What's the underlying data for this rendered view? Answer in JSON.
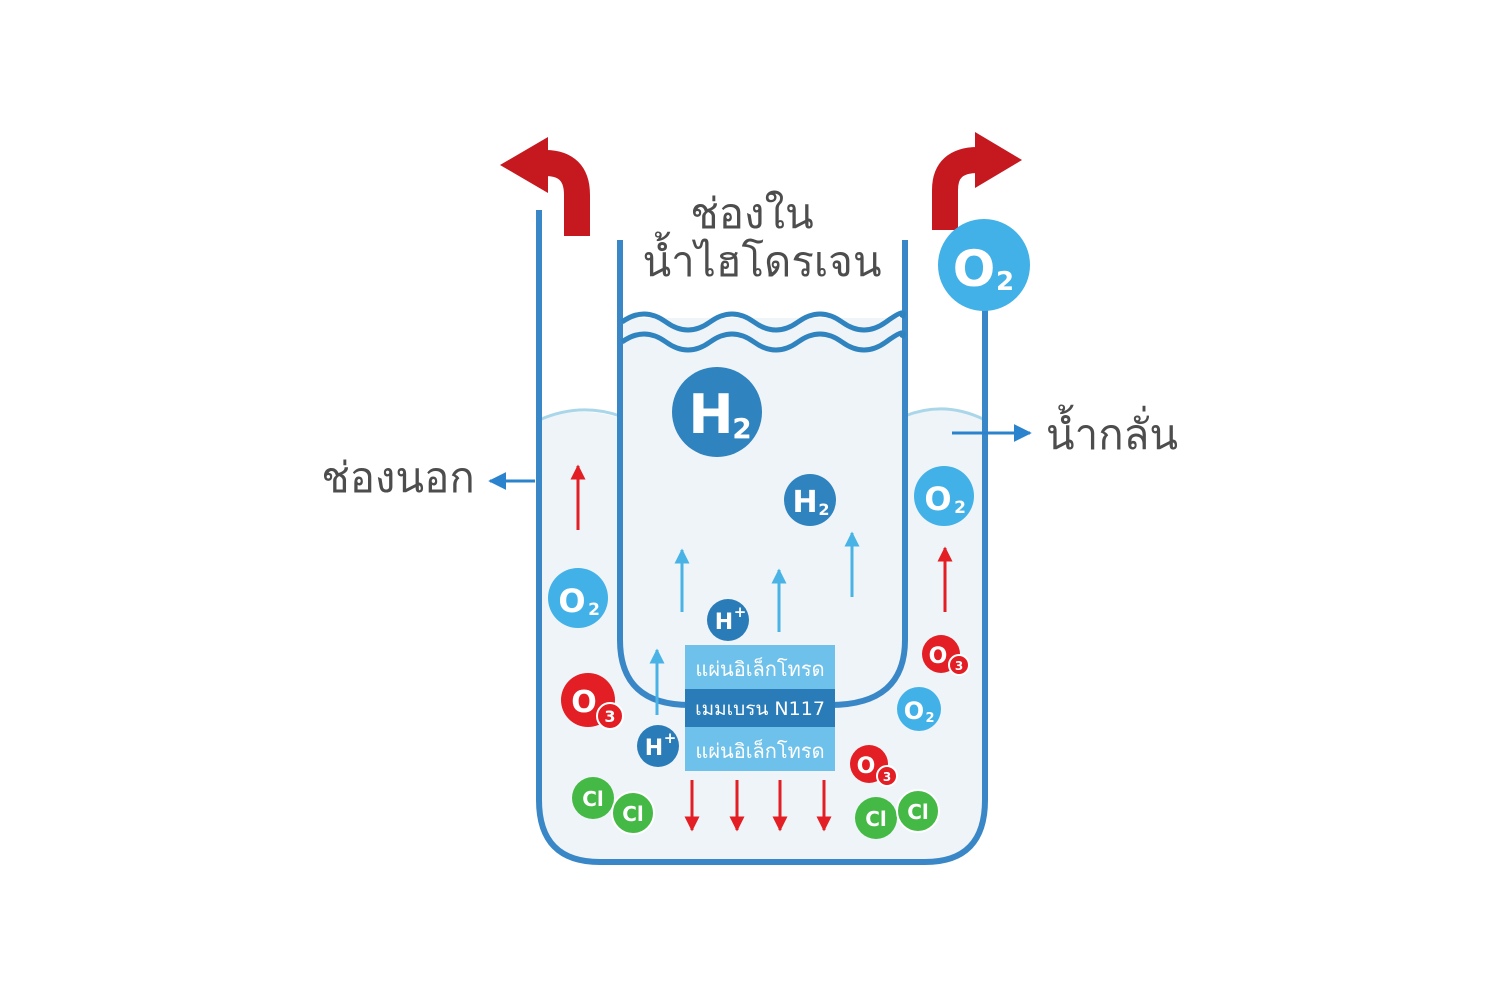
{
  "labels": {
    "inner_chamber_line1": "ช่องใน",
    "inner_chamber_line2": "น้ำไฮโดรเจน",
    "outer_chamber": "ช่องนอก",
    "distilled_water": "น้ำกลั่น"
  },
  "layers": {
    "electrode_top": "แผ่นอิเล็กโทรด",
    "membrane": "เมมเบรน N117",
    "electrode_bottom": "แผ่นอิเล็กโทรด"
  },
  "molecules": {
    "h2_main": "H",
    "h2_sub": "2",
    "o2_main": "O",
    "o2_sub": "2",
    "o3_main": "O",
    "o3_sub": "3",
    "hplus_main": "H",
    "hplus_sup": "+",
    "cl": "Cl"
  },
  "colors": {
    "container_stroke": "#3a87c7",
    "water_fill": "#eef4f8",
    "water_line": "#a9d6e8",
    "h2_bubble": "#2f83bf",
    "h_plus_bubble": "#2a7cb8",
    "o2_bubble": "#41b1e8",
    "o3_bubble": "#e31e24",
    "cl_bubble": "#45b945",
    "outflow_arrow": "#c6181f",
    "up_arrow_blue": "#49b3e6",
    "up_arrow_red": "#e31e24",
    "electrode_layer": "#6ec1ea",
    "membrane_layer": "#2a7cb8",
    "label_text": "#4d4d4d",
    "pointer_arrow": "#2a83cc"
  }
}
